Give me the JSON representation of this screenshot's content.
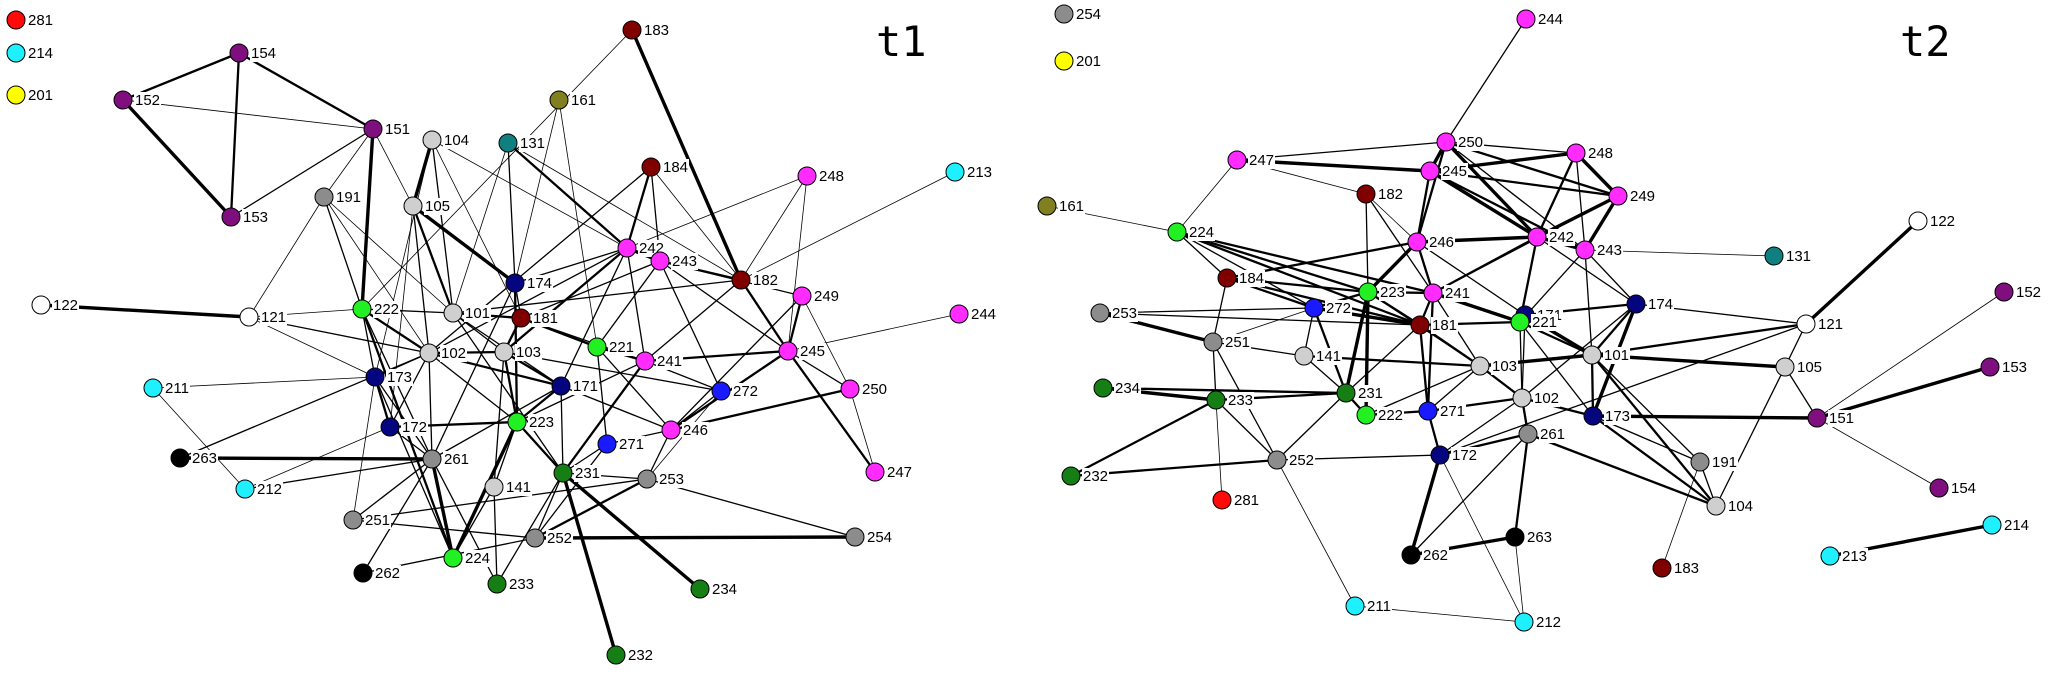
{
  "colors": {
    "white": "#ffffff",
    "light_gray": "#cfcfcf",
    "gray": "#8c8c8c",
    "black": "#000000",
    "purple": "#7f0f7f",
    "teal": "#0f7f7f",
    "olive": "#808020",
    "maroon": "#800000",
    "magenta": "#ff2bff",
    "cyan": "#1ff0ff",
    "blue": "#1a1aff",
    "navy": "#05057f",
    "green": "#22f022",
    "dark_green": "#157f15",
    "red": "#ff0a0a",
    "yellow": "#ffff00"
  },
  "panels": [
    {
      "title": "t1",
      "isolated": [
        {
          "id": "281",
          "color": "red"
        },
        {
          "id": "214",
          "color": "cyan"
        },
        {
          "id": "201",
          "color": "yellow"
        }
      ],
      "nodes": [
        {
          "id": "154",
          "color": "purple"
        },
        {
          "id": "152",
          "color": "purple"
        },
        {
          "id": "151",
          "color": "purple"
        },
        {
          "id": "153",
          "color": "purple"
        },
        {
          "id": "104",
          "color": "light_gray"
        },
        {
          "id": "131",
          "color": "teal"
        },
        {
          "id": "161",
          "color": "olive"
        },
        {
          "id": "183",
          "color": "maroon"
        },
        {
          "id": "184",
          "color": "maroon"
        },
        {
          "id": "248",
          "color": "magenta"
        },
        {
          "id": "213",
          "color": "cyan"
        },
        {
          "id": "191",
          "color": "gray"
        },
        {
          "id": "105",
          "color": "light_gray"
        },
        {
          "id": "242",
          "color": "magenta"
        },
        {
          "id": "243",
          "color": "magenta"
        },
        {
          "id": "182",
          "color": "maroon"
        },
        {
          "id": "249",
          "color": "magenta"
        },
        {
          "id": "174",
          "color": "navy"
        },
        {
          "id": "122",
          "color": "white"
        },
        {
          "id": "121",
          "color": "white"
        },
        {
          "id": "222",
          "color": "green"
        },
        {
          "id": "101",
          "color": "light_gray"
        },
        {
          "id": "181",
          "color": "maroon"
        },
        {
          "id": "244",
          "color": "magenta"
        },
        {
          "id": "102",
          "color": "light_gray"
        },
        {
          "id": "103",
          "color": "light_gray"
        },
        {
          "id": "221",
          "color": "green"
        },
        {
          "id": "245",
          "color": "magenta"
        },
        {
          "id": "241",
          "color": "magenta"
        },
        {
          "id": "211",
          "color": "cyan"
        },
        {
          "id": "173",
          "color": "navy"
        },
        {
          "id": "171",
          "color": "navy"
        },
        {
          "id": "272",
          "color": "blue"
        },
        {
          "id": "250",
          "color": "magenta"
        },
        {
          "id": "172",
          "color": "navy"
        },
        {
          "id": "223",
          "color": "green"
        },
        {
          "id": "246",
          "color": "magenta"
        },
        {
          "id": "271",
          "color": "blue"
        },
        {
          "id": "263",
          "color": "black"
        },
        {
          "id": "261",
          "color": "gray"
        },
        {
          "id": "231",
          "color": "dark_green"
        },
        {
          "id": "253",
          "color": "gray"
        },
        {
          "id": "247",
          "color": "magenta"
        },
        {
          "id": "212",
          "color": "cyan"
        },
        {
          "id": "141",
          "color": "light_gray"
        },
        {
          "id": "251",
          "color": "gray"
        },
        {
          "id": "252",
          "color": "gray"
        },
        {
          "id": "254",
          "color": "gray"
        },
        {
          "id": "224",
          "color": "green"
        },
        {
          "id": "262",
          "color": "black"
        },
        {
          "id": "233",
          "color": "dark_green"
        },
        {
          "id": "234",
          "color": "dark_green"
        },
        {
          "id": "232",
          "color": "dark_green"
        }
      ]
    },
    {
      "title": "t2",
      "isolated": [
        {
          "id": "254",
          "color": "gray"
        },
        {
          "id": "201",
          "color": "yellow"
        }
      ],
      "nodes": [
        {
          "id": "244",
          "color": "magenta"
        },
        {
          "id": "250",
          "color": "magenta"
        },
        {
          "id": "247",
          "color": "magenta"
        },
        {
          "id": "245",
          "color": "magenta"
        },
        {
          "id": "248",
          "color": "magenta"
        },
        {
          "id": "182",
          "color": "maroon"
        },
        {
          "id": "249",
          "color": "magenta"
        },
        {
          "id": "161",
          "color": "olive"
        },
        {
          "id": "246",
          "color": "magenta"
        },
        {
          "id": "242",
          "color": "magenta"
        },
        {
          "id": "224",
          "color": "green"
        },
        {
          "id": "243",
          "color": "magenta"
        },
        {
          "id": "131",
          "color": "teal"
        },
        {
          "id": "122",
          "color": "white"
        },
        {
          "id": "184",
          "color": "maroon"
        },
        {
          "id": "223",
          "color": "green"
        },
        {
          "id": "241",
          "color": "magenta"
        },
        {
          "id": "174",
          "color": "navy"
        },
        {
          "id": "272",
          "color": "blue"
        },
        {
          "id": "171",
          "color": "navy"
        },
        {
          "id": "152",
          "color": "purple"
        },
        {
          "id": "253",
          "color": "gray"
        },
        {
          "id": "181",
          "color": "maroon"
        },
        {
          "id": "221",
          "color": "green"
        },
        {
          "id": "121",
          "color": "white"
        },
        {
          "id": "251",
          "color": "gray"
        },
        {
          "id": "141",
          "color": "light_gray"
        },
        {
          "id": "103",
          "color": "light_gray"
        },
        {
          "id": "101",
          "color": "light_gray"
        },
        {
          "id": "105",
          "color": "light_gray"
        },
        {
          "id": "153",
          "color": "purple"
        },
        {
          "id": "234",
          "color": "dark_green"
        },
        {
          "id": "231",
          "color": "dark_green"
        },
        {
          "id": "233",
          "color": "dark_green"
        },
        {
          "id": "102",
          "color": "light_gray"
        },
        {
          "id": "271",
          "color": "blue"
        },
        {
          "id": "222",
          "color": "green"
        },
        {
          "id": "173",
          "color": "navy"
        },
        {
          "id": "151",
          "color": "purple"
        },
        {
          "id": "172",
          "color": "navy"
        },
        {
          "id": "261",
          "color": "gray"
        },
        {
          "id": "252",
          "color": "gray"
        },
        {
          "id": "232",
          "color": "dark_green"
        },
        {
          "id": "191",
          "color": "gray"
        },
        {
          "id": "154",
          "color": "purple"
        },
        {
          "id": "104",
          "color": "light_gray"
        },
        {
          "id": "281",
          "color": "red"
        },
        {
          "id": "263",
          "color": "black"
        },
        {
          "id": "214",
          "color": "cyan"
        },
        {
          "id": "213",
          "color": "cyan"
        },
        {
          "id": "262",
          "color": "black"
        },
        {
          "id": "183",
          "color": "maroon"
        },
        {
          "id": "211",
          "color": "cyan"
        },
        {
          "id": "212",
          "color": "cyan"
        }
      ]
    }
  ]
}
